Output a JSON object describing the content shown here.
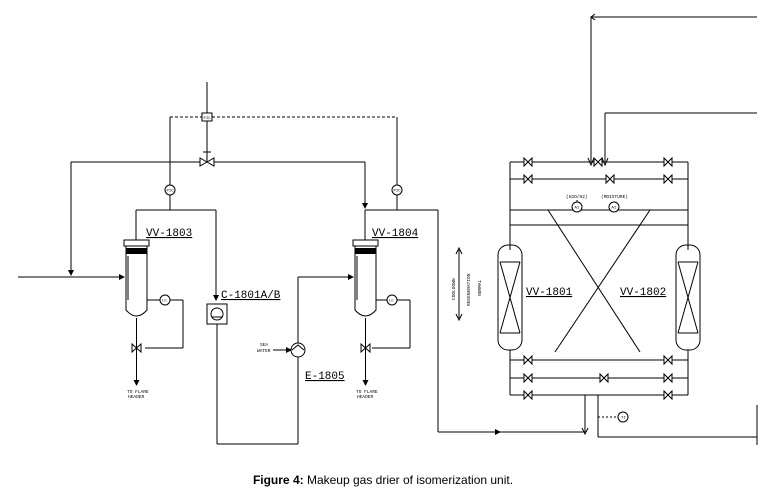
{
  "diagram": {
    "equipment": {
      "vv1803": "VV-1803",
      "vv1804": "VV-1804",
      "vv1801": "VV-1801",
      "vv1802": "VV-1802",
      "compressor": "C-1801A/B",
      "exchanger": "E-1805"
    },
    "instruments": {
      "pic_left": "PIC",
      "pic_right": "PIC",
      "fic_top": "FIC",
      "lc_left": "LC",
      "lc_right": "LC",
      "ai_h2o": "AI",
      "ai_moisture": "AI",
      "ti_bottom": "TI"
    },
    "notes": {
      "to_flare_left_1": "TO FLARE",
      "to_flare_left_2": "HEADER",
      "to_flare_right_1": "TO FLARE",
      "to_flare_right_2": "HEADER",
      "sea_water_1": "SEA",
      "sea_water_2": "WATER",
      "h2o_label": "(H2O/H2)",
      "moisture_label": "(MOISTURE)",
      "mode_cooldown": "COOLDOWN",
      "mode_regeneration": "REGENERATION",
      "mode_normal": "NORMAL"
    }
  },
  "caption": {
    "figure_label": "Figure 4:",
    "text": "Makeup gas drier of isomerization unit."
  }
}
